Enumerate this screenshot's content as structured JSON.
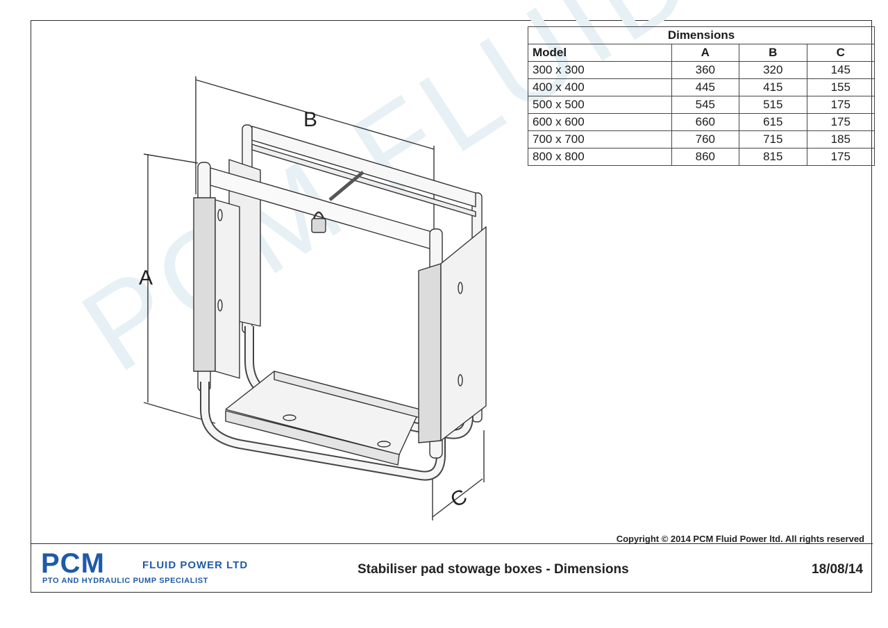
{
  "watermark": "PCM FLUID POWER",
  "drawing": {
    "label_a": "A",
    "label_b": "B",
    "label_c": "C"
  },
  "table": {
    "caption": "Dimensions",
    "columns": [
      "Model",
      "A",
      "B",
      "C"
    ],
    "rows": [
      [
        "300 x 300",
        "360",
        "320",
        "145"
      ],
      [
        "400 x 400",
        "445",
        "415",
        "155"
      ],
      [
        "500 x 500",
        "545",
        "515",
        "175"
      ],
      [
        "600 x 600",
        "660",
        "615",
        "175"
      ],
      [
        "700 x 700",
        "760",
        "715",
        "185"
      ],
      [
        "800 x 800",
        "860",
        "815",
        "175"
      ]
    ]
  },
  "copyright": "Copyright © 2014 PCM Fluid Power ltd. All rights reserved",
  "footer": {
    "logo_main": "PCM",
    "logo_sub": "FLUID POWER LTD",
    "logo_tagline": "PTO AND HYDRAULIC PUMP SPECIALIST",
    "title": "Stabiliser pad stowage boxes - Dimensions",
    "date": "18/08/14"
  },
  "colors": {
    "brand_blue": "#1f5aa8",
    "watermark": "#e6f0f5",
    "line": "#2a2a2a"
  }
}
